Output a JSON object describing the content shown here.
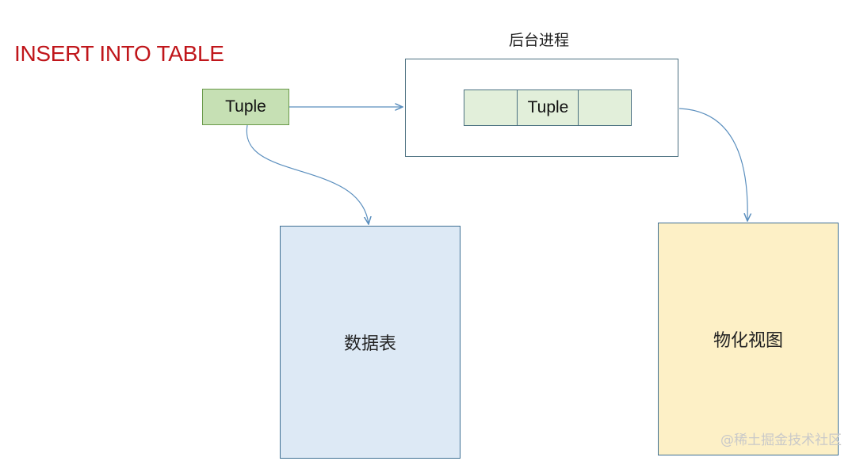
{
  "title": "INSERT INTO TABLE",
  "source_tuple": {
    "label": "Tuple"
  },
  "background_process": {
    "label": "后台进程",
    "queue": [
      "",
      "Tuple",
      ""
    ]
  },
  "data_table": {
    "label": "数据表"
  },
  "materialized_view": {
    "label": "物化视图"
  },
  "watermark": "@稀土掘金技术社区",
  "colors": {
    "title": "#c0161b",
    "tuple_fill": "#c6e0b4",
    "queue_fill": "#e2efda",
    "table_fill": "#dde9f5",
    "view_fill": "#fdf0c6",
    "arrow": "#5b8fbe"
  }
}
